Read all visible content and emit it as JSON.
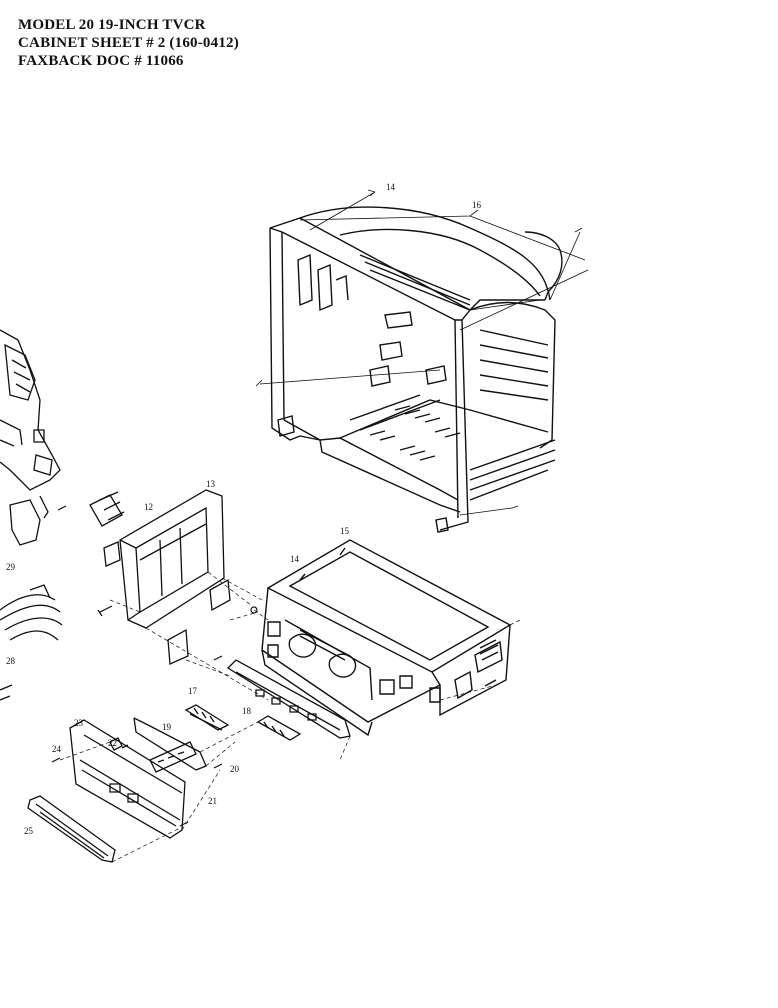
{
  "header": {
    "line1": "MODEL 20 19-INCH TVCR",
    "line2": "CABINET SHEET # 2  (160-0412)",
    "line3": "FAXBACK DOC # 11066"
  },
  "callouts": {
    "c14a": "14",
    "c16": "16",
    "c12": "12",
    "c13": "13",
    "c15": "15",
    "c14b": "14",
    "c17": "17",
    "c18": "18",
    "c19": "19",
    "c20": "20",
    "c21": "21",
    "c22": "22",
    "c23": "23",
    "c24": "24",
    "c25": "25",
    "c29": "29",
    "c28": "28"
  }
}
